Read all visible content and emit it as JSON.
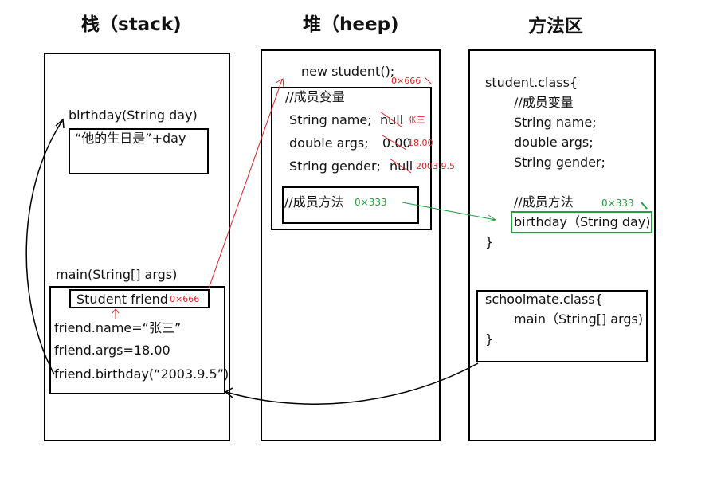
{
  "titles": {
    "stack": "栈（stack)",
    "heap": "堆（heep)",
    "method": "方法区"
  },
  "stack": {
    "birthday_sig": "birthday(String day)",
    "birthday_body": "“他的生日是”+day",
    "main_sig": "main(String[] args)",
    "decl": "Student friend",
    "decl_addr": "0×666",
    "lines": [
      "friend.name=“张三”",
      "friend.args=18.00",
      "friend.birthday(“2003.9.5”)"
    ]
  },
  "heap": {
    "new": "new student();",
    "addr": "0×666",
    "vars_comment": "//成员变量",
    "fields": [
      {
        "decl": "String name;",
        "old": "null",
        "new": "张三"
      },
      {
        "decl": "double args;",
        "old": "0.00",
        "new": "18.00"
      },
      {
        "decl": "String gender;",
        "old": "null",
        "new": "2003.9.5"
      }
    ],
    "methods_comment": "//成员方法",
    "methods_addr": "0×333"
  },
  "method": {
    "student_class": "student.class{",
    "vars_comment": "//成员变量",
    "fields": [
      "String name;",
      "double args;",
      "String gender;"
    ],
    "methods_comment": "//成员方法",
    "methods_addr": "0×333",
    "birthday": "birthday（String day)",
    "close": "}",
    "schoolmate_class": "schoolmate.class{",
    "main": "main（String[] args)",
    "close2": "}"
  },
  "colors": {
    "red": "#e02020",
    "green": "#22a040"
  }
}
